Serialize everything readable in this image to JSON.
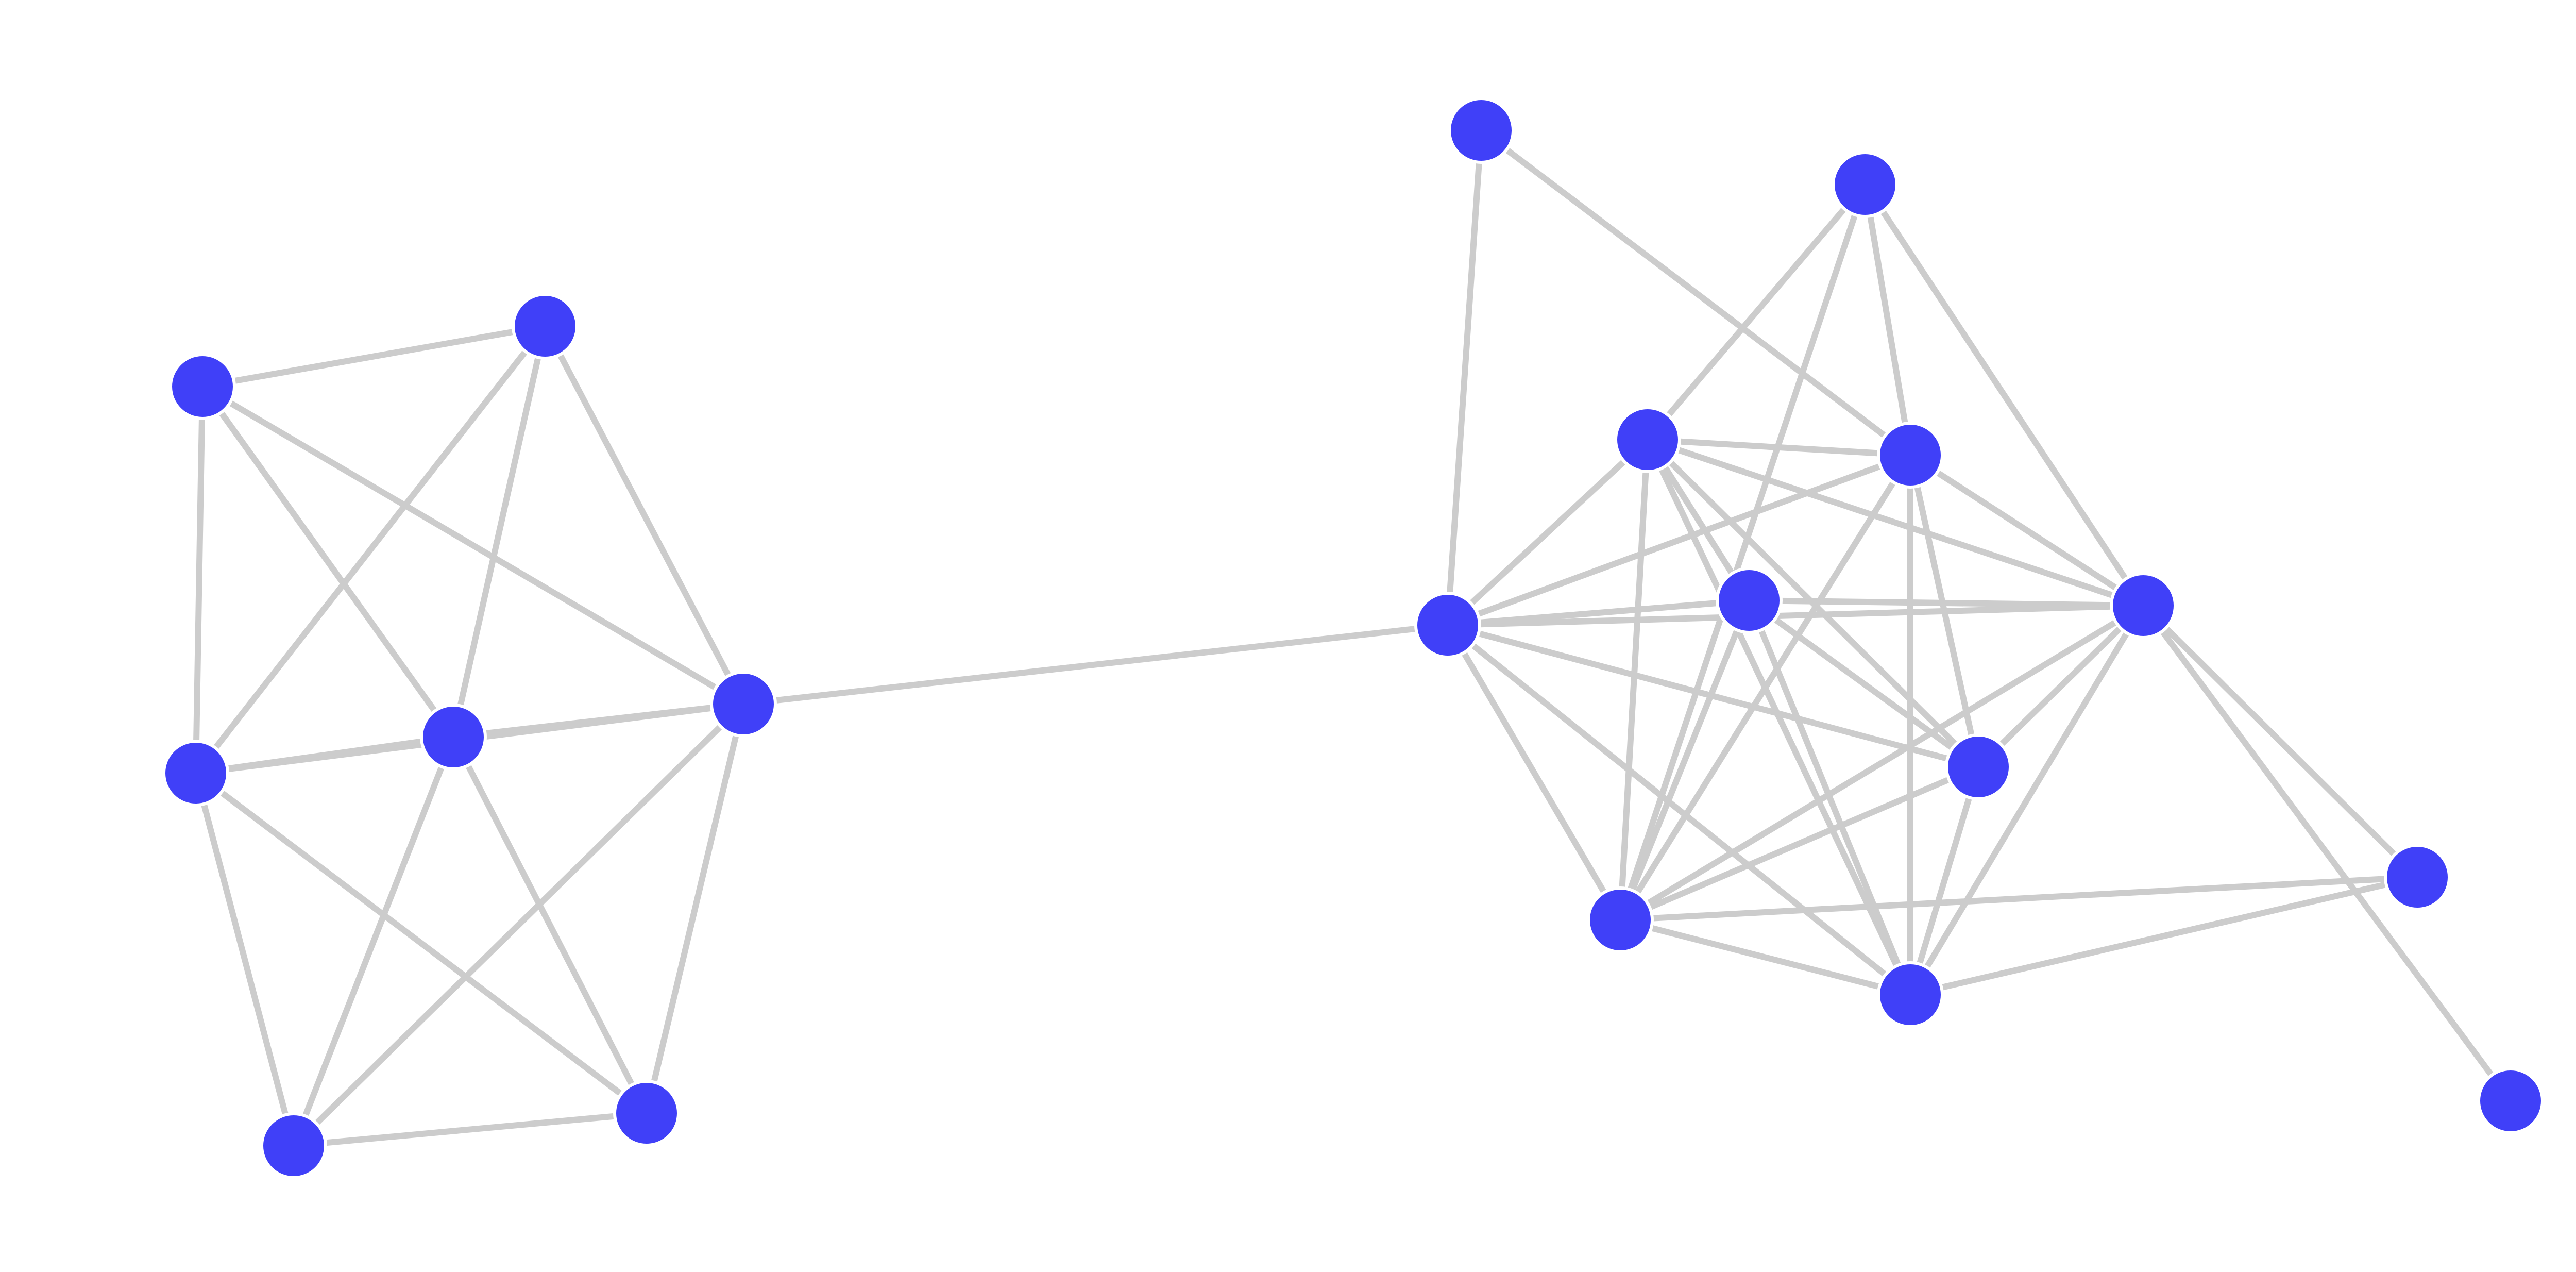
{
  "graph": {
    "colors": {
      "background": "#ffffff",
      "node_fill": "#4040f8",
      "node_stroke": "#ffffff",
      "edge": "#cccccc"
    },
    "nodes": [
      {
        "id": "a1"
      },
      {
        "id": "a2"
      },
      {
        "id": "a3"
      },
      {
        "id": "a4"
      },
      {
        "id": "a5"
      },
      {
        "id": "a6"
      },
      {
        "id": "a7"
      },
      {
        "id": "b1"
      },
      {
        "id": "b2"
      },
      {
        "id": "b3"
      },
      {
        "id": "b4"
      },
      {
        "id": "b5"
      },
      {
        "id": "b6"
      },
      {
        "id": "b7"
      },
      {
        "id": "b8"
      },
      {
        "id": "b9"
      },
      {
        "id": "b10"
      },
      {
        "id": "b11"
      },
      {
        "id": "b12"
      }
    ],
    "edges": [
      [
        "a1",
        "a2"
      ],
      [
        "a1",
        "a3"
      ],
      [
        "a1",
        "a4"
      ],
      [
        "a1",
        "a5"
      ],
      [
        "a2",
        "a3"
      ],
      [
        "a2",
        "a4"
      ],
      [
        "a2",
        "a5"
      ],
      [
        "a3",
        "a4"
      ],
      [
        "a3",
        "a5"
      ],
      [
        "a3",
        "a6"
      ],
      [
        "a3",
        "a7"
      ],
      [
        "a4",
        "a5"
      ],
      [
        "a4",
        "a6"
      ],
      [
        "a4",
        "a7"
      ],
      [
        "a5",
        "a6"
      ],
      [
        "a5",
        "a7"
      ],
      [
        "a6",
        "a7"
      ],
      [
        "a3",
        "b3"
      ],
      [
        "b1",
        "b3"
      ],
      [
        "b1",
        "b6"
      ],
      [
        "b2",
        "b4"
      ],
      [
        "b2",
        "b6"
      ],
      [
        "b2",
        "b9"
      ],
      [
        "b2",
        "b7"
      ],
      [
        "b4",
        "b6"
      ],
      [
        "b4",
        "b3"
      ],
      [
        "b4",
        "b5"
      ],
      [
        "b4",
        "b7"
      ],
      [
        "b4",
        "b8"
      ],
      [
        "b4",
        "b10"
      ],
      [
        "b4",
        "b9"
      ],
      [
        "b6",
        "b3"
      ],
      [
        "b6",
        "b7"
      ],
      [
        "b6",
        "b8"
      ],
      [
        "b6",
        "b10"
      ],
      [
        "b6",
        "b9"
      ],
      [
        "b3",
        "b5"
      ],
      [
        "b3",
        "b7"
      ],
      [
        "b3",
        "b8"
      ],
      [
        "b3",
        "b9"
      ],
      [
        "b3",
        "b10"
      ],
      [
        "b5",
        "b7"
      ],
      [
        "b5",
        "b9"
      ],
      [
        "b5",
        "b10"
      ],
      [
        "b5",
        "b8"
      ],
      [
        "b7",
        "b9"
      ],
      [
        "b7",
        "b8"
      ],
      [
        "b7",
        "b10"
      ],
      [
        "b7",
        "b11"
      ],
      [
        "b7",
        "b12"
      ],
      [
        "b9",
        "b11"
      ],
      [
        "b9",
        "b8"
      ],
      [
        "b9",
        "b10"
      ],
      [
        "b8",
        "b10"
      ],
      [
        "b10",
        "b11"
      ]
    ]
  }
}
